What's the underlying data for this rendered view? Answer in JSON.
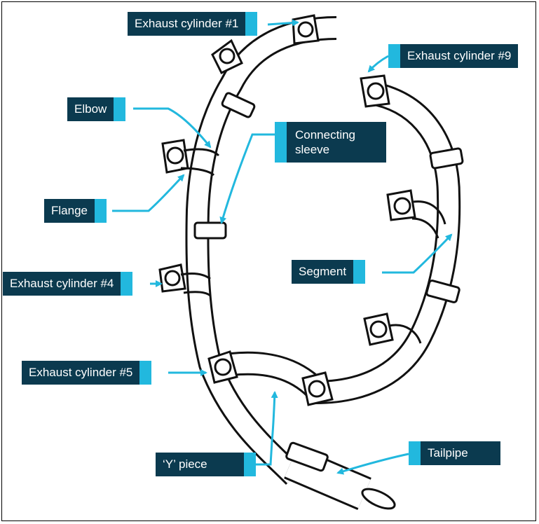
{
  "diagram": {
    "labels": {
      "cyl1": "Exhaust cylinder #1",
      "cyl9": "Exhaust cylinder #9",
      "elbow": "Elbow",
      "sleeve": "Connecting sleeve",
      "flange": "Flange",
      "segment": "Segment",
      "cyl4": "Exhaust cylinder #4",
      "cyl5": "Exhaust cylinder #5",
      "ypiece": "‘Y’ piece",
      "tailpipe": "Tailpipe"
    },
    "colors": {
      "label_bg": "#0b3a4f",
      "label_tab": "#22b8de",
      "leader": "#22b8de",
      "ink": "#111111"
    }
  }
}
